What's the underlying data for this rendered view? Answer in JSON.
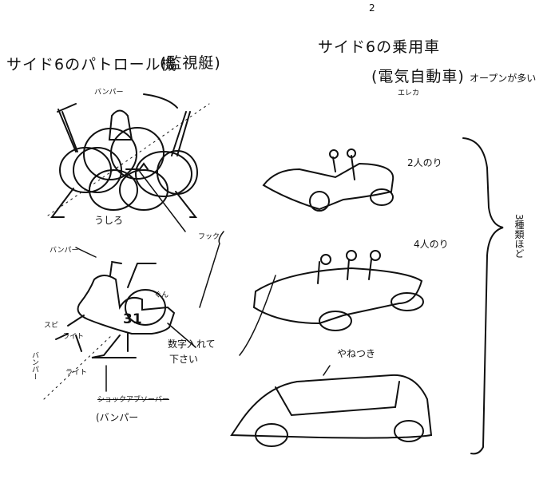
{
  "page_number": "2",
  "patrol": {
    "title": "サイド6のパトロール機",
    "subtitle": "(監視艇)",
    "rear_view_label": "うしろ",
    "labels": {
      "bumper_top": "バンパー",
      "bumper_side": "バンパー",
      "hook": "フック",
      "light_left": "ライト",
      "light_low": "ライト",
      "left_small": "スピ",
      "bumper_vertical": "バンパー",
      "number_note_1": "数字入れて",
      "number_note_2": "下さい",
      "shock_absorber": "ショックアブソーバー",
      "bumper_bottom": "(バンパー",
      "small_label": "ぐん",
      "body_number": "31"
    }
  },
  "cars": {
    "title": "サイド6の乗用車",
    "subtitle": "(電気自動車)",
    "subtitle_reading": "エレカ",
    "note": "オープンが多い",
    "two_seater": "2人のり",
    "four_seater": "4人のり",
    "roofed": "やねつき",
    "types_note": "3種類ほど"
  }
}
